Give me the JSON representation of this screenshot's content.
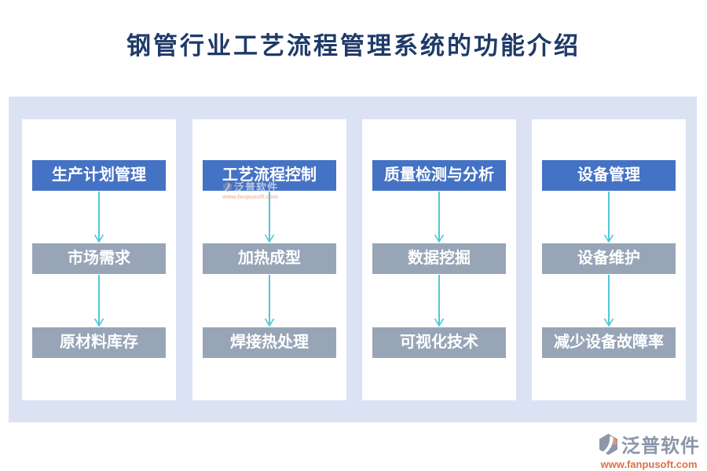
{
  "title": "钢管行业工艺流程管理系统的功能介绍",
  "columns": [
    {
      "header": "生产计划管理",
      "steps": [
        "市场需求",
        "原材料库存"
      ]
    },
    {
      "header": "工艺流程控制",
      "steps": [
        "加热成型",
        "焊接热处理"
      ]
    },
    {
      "header": "质量检测与分析",
      "steps": [
        "数据挖掘",
        "可视化技术"
      ]
    },
    {
      "header": "设备管理",
      "steps": [
        "设备维护",
        "减少设备故障率"
      ]
    }
  ],
  "watermark": {
    "brand": "泛普软件",
    "url": "www.fanpusoft.com"
  },
  "footer_logo": {
    "brand": "泛普软件",
    "url": "www.fanpusoft.com"
  },
  "colors": {
    "title-navy": "#1e3a68",
    "header-blue": "#4472c4",
    "step-gray": "#98a5b7",
    "panel-lavender": "#dbe2f3",
    "arrow-teal": "#4ec7d9",
    "logo-gray": "#8b95a9",
    "logo-orange": "#dd6f4a",
    "logo-salmon": "#e49479"
  }
}
